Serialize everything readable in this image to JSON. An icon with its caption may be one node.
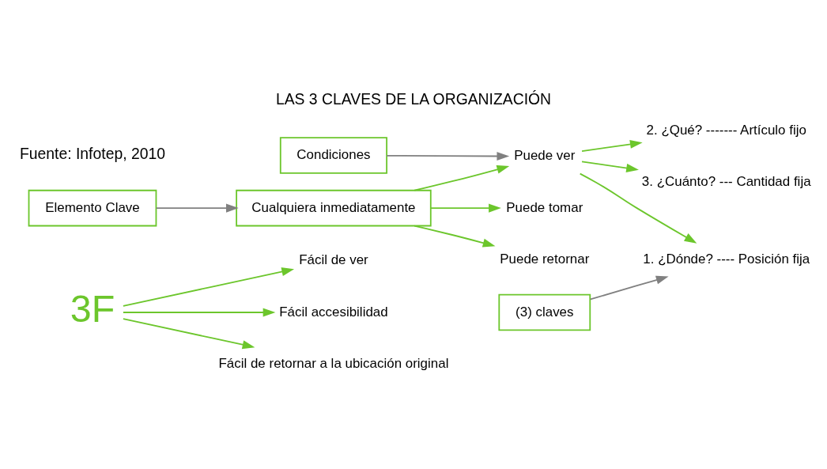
{
  "diagram": {
    "title": "LAS 3 CLAVES DE LA ORGANIZACIÓN",
    "nodes": [
      {
        "text": [
          "3F"
        ]
      },
      {
        "text": [
          "Fácil de ver"
        ]
      },
      {
        "text": [
          "Fácil accesibilidad"
        ]
      },
      {
        "text": [
          "Fácil de retornar a la ubicación original"
        ]
      },
      {
        "text": [
          "Elemento Clave"
        ]
      },
      {
        "text": [
          "Condiciones"
        ]
      },
      {
        "text": [
          "(3) claves"
        ]
      },
      {
        "text": [
          "Cualquiera inmediatamente"
        ]
      },
      {
        "text": [
          "Puede ver"
        ]
      },
      {
        "text": [
          "Puede tomar"
        ]
      },
      {
        "text": [
          "Puede retornar"
        ]
      },
      {
        "text": [
          "1. ¿Dónde? ---- Posición fija"
        ]
      },
      {
        "text": [
          "2. ¿Qué? ------- Artículo fijo"
        ]
      },
      {
        "text": [
          "3. ¿Cuánto? --- Cantidad fija"
        ]
      }
    ],
    "edges": [
      {
        "from": 0,
        "to": 1,
        "arrow": "to"
      },
      {
        "from": 0,
        "to": 2,
        "arrow": "to"
      },
      {
        "from": 0,
        "to": 3,
        "arrow": "to"
      },
      {
        "from": 4,
        "to": 7,
        "arrow": "to",
        "color": "#808080"
      },
      {
        "from": 5,
        "to": 8,
        "arrow": "to",
        "color": "#808080"
      },
      {
        "from": 6,
        "to": 11,
        "arrow": "to",
        "color": "#808080"
      },
      {
        "from": 7,
        "to": 8,
        "arrow": "to"
      },
      {
        "from": 7,
        "to": 9,
        "arrow": "to"
      },
      {
        "from": 7,
        "to": 10,
        "arrow": "to"
      },
      {
        "from": 8,
        "to": 11,
        "arrow": "to"
      },
      {
        "from": 8,
        "to": 12,
        "arrow": "to"
      },
      {
        "from": 8,
        "to": 13,
        "arrow": "to"
      }
    ],
    "labels": [
      "Fuente: Infotep, 2010"
    ]
  }
}
